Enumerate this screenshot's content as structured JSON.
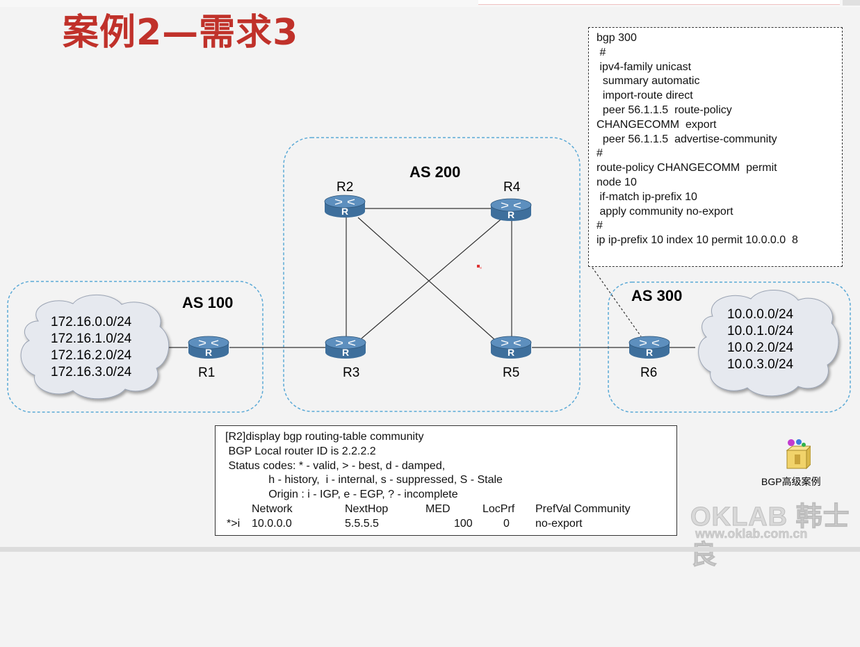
{
  "title": "案例2—需求3",
  "as_labels": {
    "as100": "AS 100",
    "as200": "AS 200",
    "as300": "AS 300"
  },
  "routers": {
    "r1": "R1",
    "r2": "R2",
    "r3": "R3",
    "r4": "R4",
    "r5": "R5",
    "r6": "R6"
  },
  "router_icon_letter": "R",
  "left_prefixes": [
    "172.16.0.0/24",
    "172.16.1.0/24",
    "172.16.2.0/24",
    "172.16.3.0/24"
  ],
  "right_prefixes": [
    "10.0.0.0/24",
    "10.0.1.0/24",
    "10.0.2.0/24",
    "10.0.3.0/24"
  ],
  "config_lines": [
    "bgp 300",
    " #",
    " ipv4-family unicast",
    "  summary automatic",
    "  import-route direct",
    "  peer 56.1.1.5  route-policy",
    "CHANGECOMM  export",
    "  peer 56.1.1.5  advertise-community",
    "#",
    "route-policy CHANGECOMM  permit",
    "node 10",
    " if-match ip-prefix 10",
    " apply community no-export",
    "#",
    "ip ip-prefix 10 index 10 permit 10.0.0.0  8"
  ],
  "cli": {
    "lines": [
      "[R2]display bgp routing-table community",
      " BGP Local router ID is 2.2.2.2",
      " Status codes: * - valid, > - best, d - damped,",
      "              h - history,  i - internal, s - suppressed, S - Stale",
      "              Origin : i - IGP, e - EGP, ? - incomplete"
    ],
    "headers": [
      "Network",
      "NextHop",
      "MED",
      "LocPrf",
      "PrefVal Community"
    ],
    "row": {
      "flag": "*>i",
      "network": "10.0.0.0",
      "nexthop": "5.5.5.5",
      "med": "",
      "locprf": "100",
      "prefval": "0",
      "community": "no-export"
    }
  },
  "package_label": "BGP高级案例",
  "watermark": "OKLAB 韩士良",
  "watermark_url": "www.oklab.com.cn",
  "colors": {
    "title": "#c0312a",
    "as_border": "#5aa9d6",
    "router_body": "#3e6f9c",
    "router_top": "#5d8fbe",
    "cloud": "#e6e9ef"
  }
}
